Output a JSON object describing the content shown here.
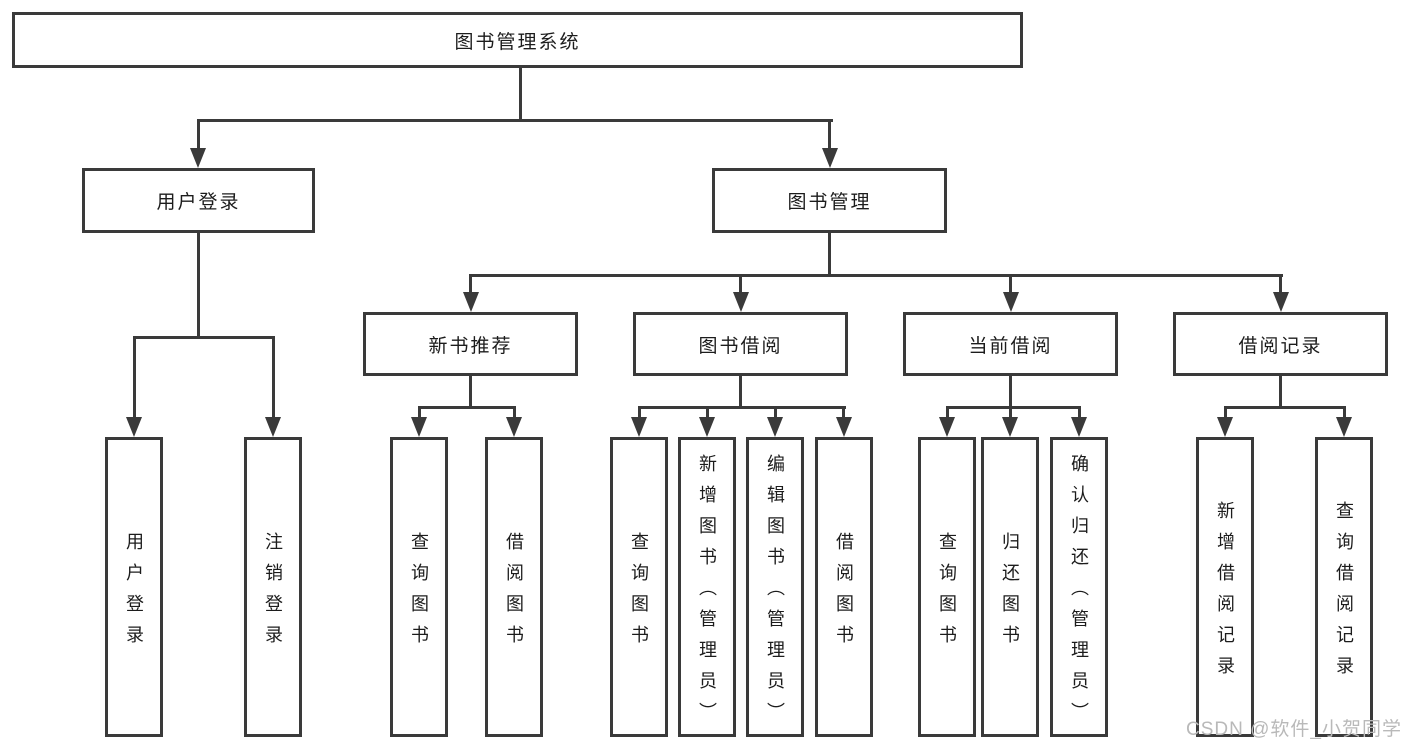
{
  "diagram": {
    "root_label": "图书管理系统",
    "level2": [
      {
        "label": "用户登录"
      },
      {
        "label": "图书管理"
      }
    ],
    "level3": [
      {
        "label": "新书推荐",
        "parent": "图书管理"
      },
      {
        "label": "图书借阅",
        "parent": "图书管理"
      },
      {
        "label": "当前借阅",
        "parent": "图书管理"
      },
      {
        "label": "借阅记录",
        "parent": "图书管理"
      }
    ],
    "level4": [
      {
        "label": "用户登录",
        "parent": "用户登录"
      },
      {
        "label": "注销登录",
        "parent": "用户登录"
      },
      {
        "label": "查询图书",
        "parent": "新书推荐"
      },
      {
        "label": "借阅图书",
        "parent": "新书推荐"
      },
      {
        "label": "查询图书",
        "parent": "图书借阅"
      },
      {
        "label": "新增图书（管理员）",
        "parent": "图书借阅"
      },
      {
        "label": "编辑图书（管理员）",
        "parent": "图书借阅"
      },
      {
        "label": "借阅图书",
        "parent": "图书借阅"
      },
      {
        "label": "查询图书",
        "parent": "当前借阅"
      },
      {
        "label": "归还图书",
        "parent": "当前借阅"
      },
      {
        "label": "确认归还（管理员）",
        "parent": "当前借阅"
      },
      {
        "label": "新增借阅记录",
        "parent": "借阅记录"
      },
      {
        "label": "查询借阅记录",
        "parent": "借阅记录"
      }
    ]
  },
  "watermark": {
    "text": "CSDN @软件_小贺同学",
    "color": "#b9b9b9"
  },
  "colors": {
    "line": "#3a3a3a",
    "text": "#1c1c1c",
    "background": "#ffffff"
  }
}
